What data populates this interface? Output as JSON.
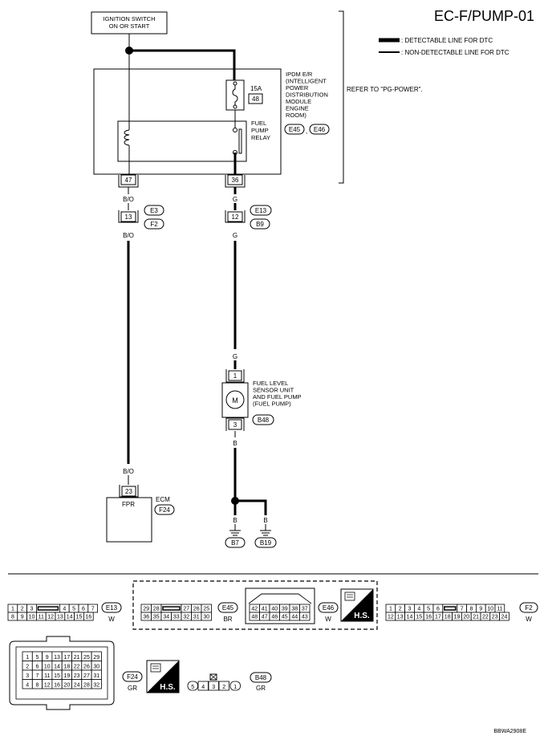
{
  "title": "EC-F/PUMP-01",
  "legend": {
    "detectable": ": DETECTABLE LINE FOR DTC",
    "non_detectable": ": NON-DETECTABLE LINE FOR DTC"
  },
  "ignition": {
    "line1": "IGNITION SWITCH",
    "line2": "ON OR START"
  },
  "ipdm": {
    "label": [
      "IPDM E/R",
      "(INTELLIGENT",
      "POWER",
      "DISTRIBUTION",
      "MODULE",
      "ENGINE",
      "ROOM)"
    ],
    "conn1": "E45",
    "sep": ",",
    "conn2": "E46",
    "refer": "REFER TO \"PG-POWER\".",
    "fuse_amp": "15A",
    "fuse_no": "48",
    "relay_label": [
      "FUEL",
      "PUMP",
      "RELAY"
    ],
    "pin_left": "47",
    "pin_right": "36"
  },
  "wiring": {
    "bo": "B/O",
    "g": "G",
    "b": "B",
    "jc_left_pin": "13",
    "jc_left_conn1": "E3",
    "jc_left_conn2": "F2",
    "jc_right_pin": "12",
    "jc_right_conn1": "E13",
    "jc_right_conn2": "B9"
  },
  "fuel_pump": {
    "label": [
      "FUEL LEVEL",
      "SENSOR UNIT",
      "AND FUEL PUMP",
      "(FUEL PUMP)"
    ],
    "motor": "M",
    "pin_top": "1",
    "pin_bottom": "3",
    "conn": "B48"
  },
  "ecm": {
    "label": "ECM",
    "pin": "23",
    "pin_name": "FPR",
    "conn": "F24"
  },
  "grounds": {
    "g1": "B7",
    "g2": "B19"
  },
  "connectors": {
    "e13": {
      "id": "E13",
      "color": "W",
      "row1": [
        "1",
        "2",
        "3",
        "",
        "4",
        "5",
        "6",
        "7"
      ],
      "row2": [
        "8",
        "9",
        "10",
        "11",
        "12",
        "13",
        "14",
        "15",
        "16"
      ]
    },
    "e45": {
      "id": "E45",
      "color": "BR",
      "row1": [
        "29",
        "28",
        "",
        "27",
        "26",
        "25"
      ],
      "row2": [
        "36",
        "35",
        "34",
        "33",
        "32",
        "31",
        "30"
      ]
    },
    "e46": {
      "id": "E46",
      "color": "W",
      "row1": [
        "42",
        "41",
        "40",
        "39",
        "38",
        "37"
      ],
      "row2": [
        "48",
        "47",
        "46",
        "45",
        "44",
        "43"
      ]
    },
    "hs": "H.S.",
    "f2": {
      "id": "F2",
      "color": "W",
      "row1": [
        "1",
        "2",
        "3",
        "4",
        "5",
        "6",
        "",
        "7",
        "8",
        "9",
        "10",
        "11"
      ],
      "row2": [
        "12",
        "13",
        "14",
        "15",
        "16",
        "17",
        "18",
        "19",
        "20",
        "21",
        "22",
        "23",
        "24"
      ]
    },
    "f24": {
      "id": "F24",
      "color": "GR",
      "grid": [
        [
          "1",
          "5",
          "9",
          "13",
          "17",
          "21",
          "25",
          "29"
        ],
        [
          "2",
          "6",
          "10",
          "14",
          "18",
          "22",
          "26",
          "30"
        ],
        [
          "3",
          "7",
          "11",
          "15",
          "19",
          "23",
          "27",
          "31"
        ],
        [
          "4",
          "8",
          "12",
          "16",
          "20",
          "24",
          "28",
          "32"
        ]
      ]
    },
    "b48": {
      "id": "B48",
      "color": "GR",
      "pins": [
        "5",
        "4",
        "3",
        "2",
        "1"
      ]
    }
  },
  "figure_id": "BBWA2908E"
}
